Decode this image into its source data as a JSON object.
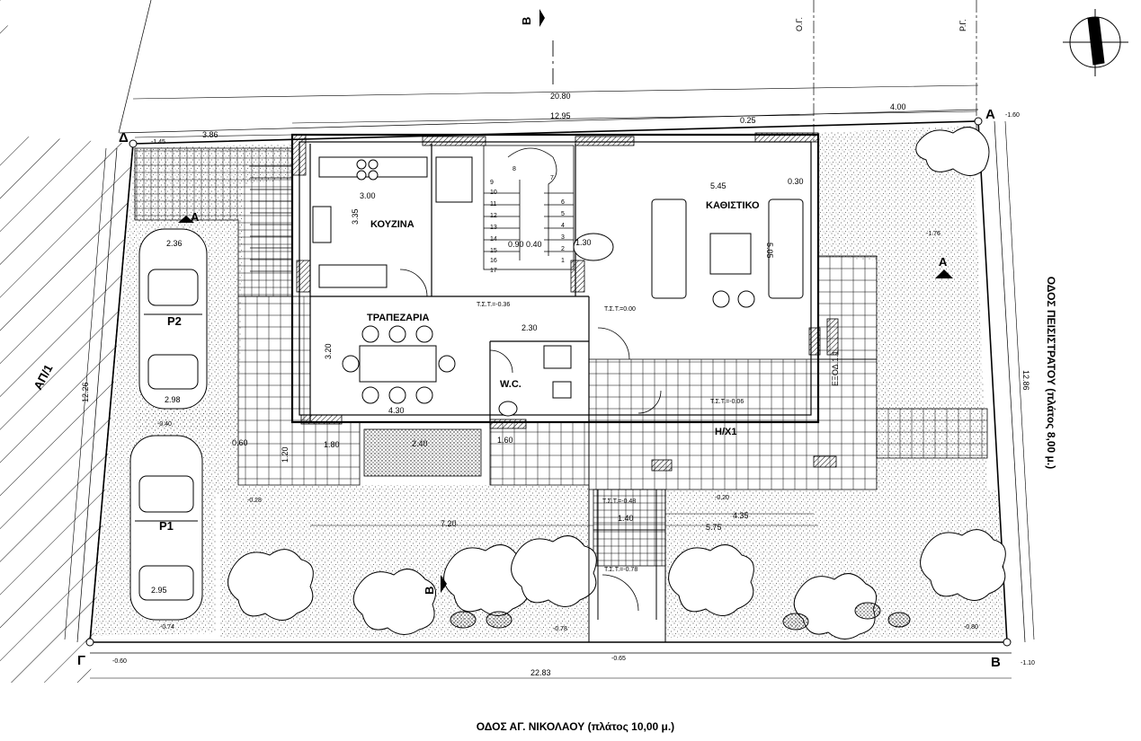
{
  "corners": {
    "a": "Α",
    "b": "Β",
    "g": "Γ",
    "d": "Δ"
  },
  "corner_levels": {
    "a": "-1.60",
    "b": "-1.10",
    "g": "-0.60",
    "d": "-1.45"
  },
  "streets": {
    "south": "ΟΔΟΣ ΑΓ. ΝΙΚΟΛΑΟΥ (πλάτος 10,00 μ.)",
    "east": "ΟΔΟΣ ΠΕΙΣΙΣΤΡΑΤΟΥ (πλάτος 8,00 μ.)"
  },
  "lines": {
    "og": "Ο.Γ.",
    "rg": "Ρ.Γ."
  },
  "neighbor": "ΑΠ/1",
  "section_marks": {
    "a": "Α",
    "b": "Β"
  },
  "rooms": {
    "kitchen": "ΚΟΥΖΙΝΑ",
    "dining": "ΤΡΑΠΕΖΑΡΙΑ",
    "living": "ΚΑΘΙΣΤΙΚΟ",
    "wc": "W.C.",
    "exit": "ΕΞΟΔ.1.1",
    "hx": "Η/Χ1"
  },
  "parking": {
    "p1": "P1",
    "p2": "P2"
  },
  "outer_dims": {
    "top_total": "20.80",
    "top_building": "12.95",
    "top_right": "4.00",
    "top_left": "3.86",
    "bottom_total": "22.83",
    "left_side": "12.26",
    "right_side": "12.86"
  },
  "inner_dims": {
    "kitchen_w": "3.00",
    "kitchen_h": "3.35",
    "living_w": "5.45",
    "living_h": "5.05",
    "dining_w": "4.30",
    "dining_h": "3.20",
    "hall_w": "2.30",
    "terrace_w": "2.40",
    "garden_a": "7.20",
    "garden_b": "5.75",
    "garden_c": "4.35",
    "entry_w": "1.40",
    "car_w1": "2.36",
    "car_w2": "2.98",
    "car_w3": "2.95",
    "stair_a": "0.90",
    "stair_b": "0.40",
    "stair_c": "1.30",
    "dim_025": "0.25",
    "dim_030": "0.30",
    "dim_180": "1.80",
    "dim_160": "1.60",
    "dim_060": "0.60",
    "dim_120": "1.20"
  },
  "levels": {
    "tst_036": "Τ.Σ.Τ.=-0.36",
    "tst_000": "Τ.Σ.Τ.=0.00",
    "tst_048": "Τ.Σ.Τ.=-0.48",
    "tst_078": "Τ.Σ.Τ.=-0.78",
    "tst_006": "Τ.Σ.Τ.=-0.06",
    "lvl_040": "-0.40",
    "lvl_028": "-0.28",
    "lvl_074": "-0.74",
    "lvl_065": "-0.65",
    "lvl_176": "-1.76",
    "lvl_080": "-0.80",
    "lvl_020": "-0.20",
    "lvl_078b": "-0.78"
  },
  "stairs_up": [
    "1",
    "2",
    "3",
    "4",
    "5",
    "6",
    "7",
    "8",
    "9"
  ],
  "stairs_down": [
    "10",
    "11",
    "12",
    "13",
    "14",
    "15",
    "16",
    "17"
  ],
  "colors": {
    "ink": "#000000",
    "paper": "#ffffff",
    "hatch": "#222222"
  }
}
